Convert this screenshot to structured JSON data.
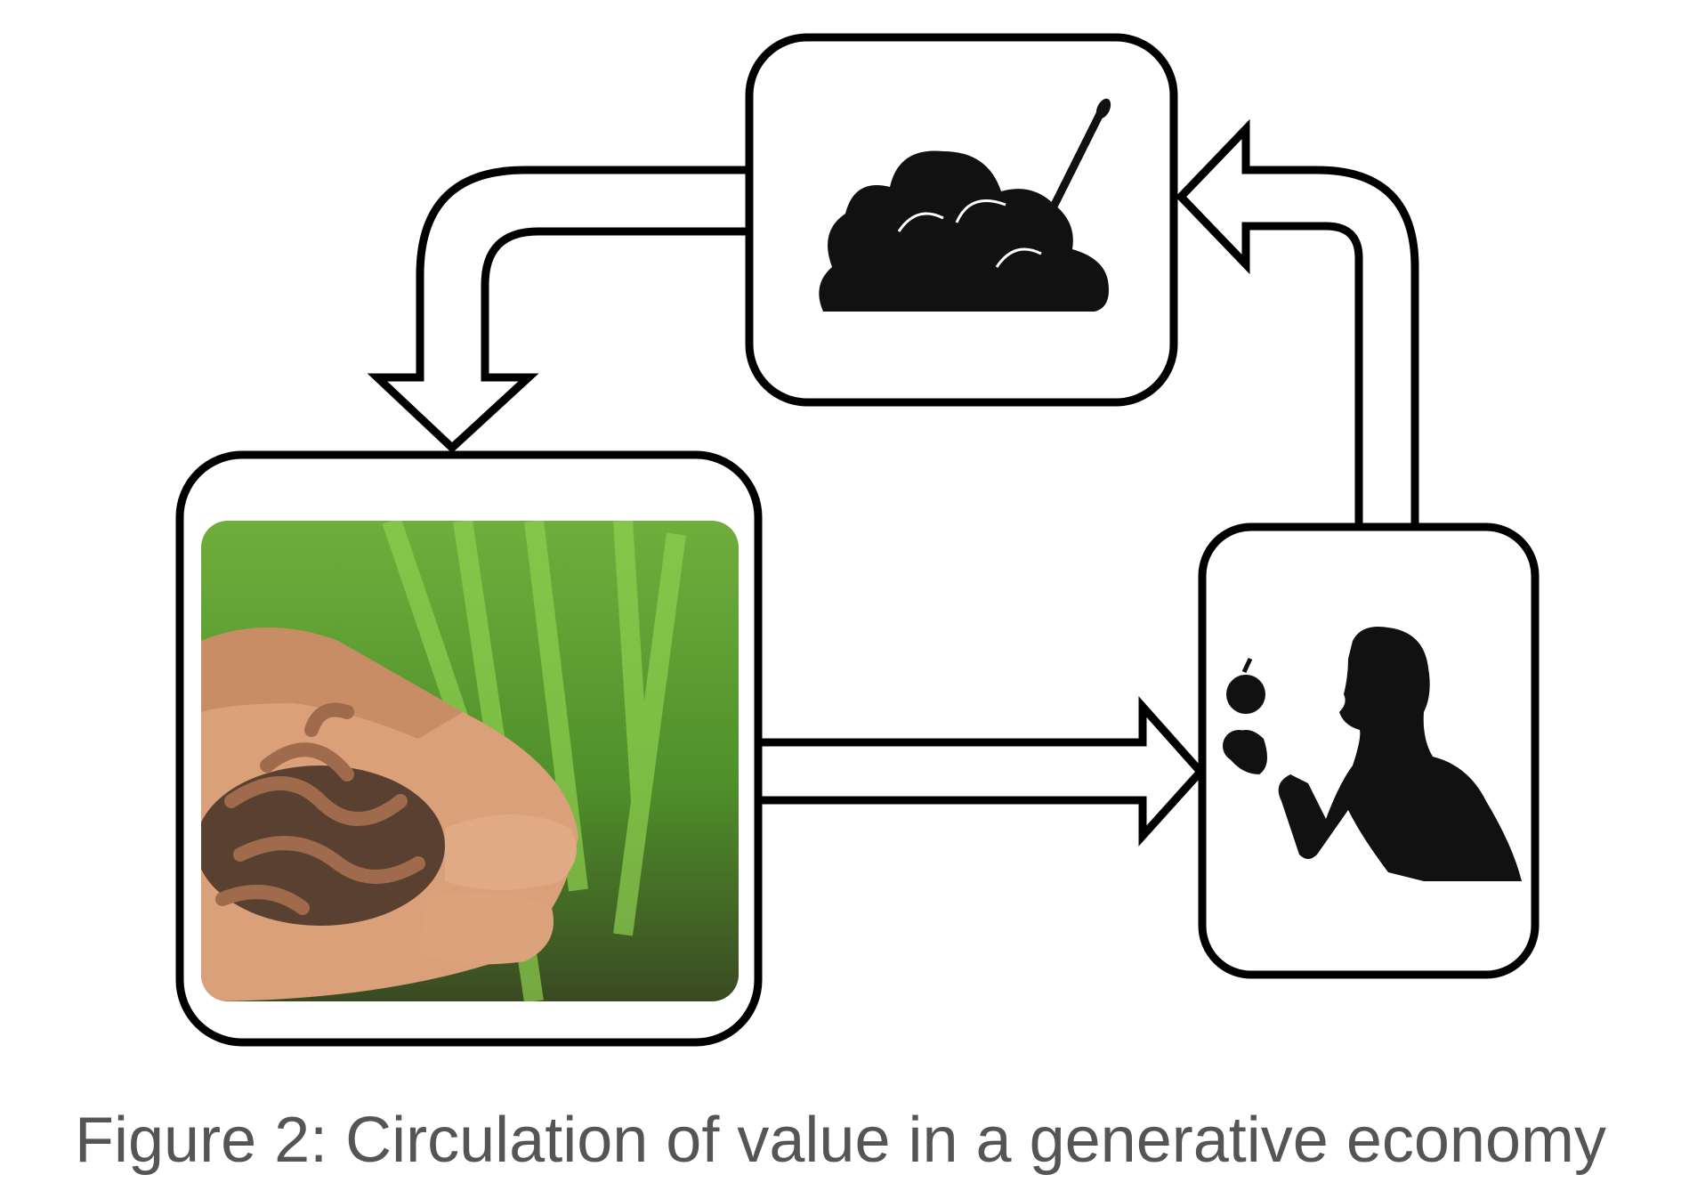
{
  "caption": "Figure 2: Circulation of value in a generative economy",
  "nodes": [
    {
      "id": "compost",
      "icon": "compost-pile-icon"
    },
    {
      "id": "soil",
      "icon": "worms-in-hands-photo"
    },
    {
      "id": "consumer",
      "icon": "person-eating-apple-icon"
    }
  ],
  "edges": [
    {
      "from": "compost",
      "to": "soil"
    },
    {
      "from": "soil",
      "to": "consumer"
    },
    {
      "from": "consumer",
      "to": "compost"
    }
  ]
}
